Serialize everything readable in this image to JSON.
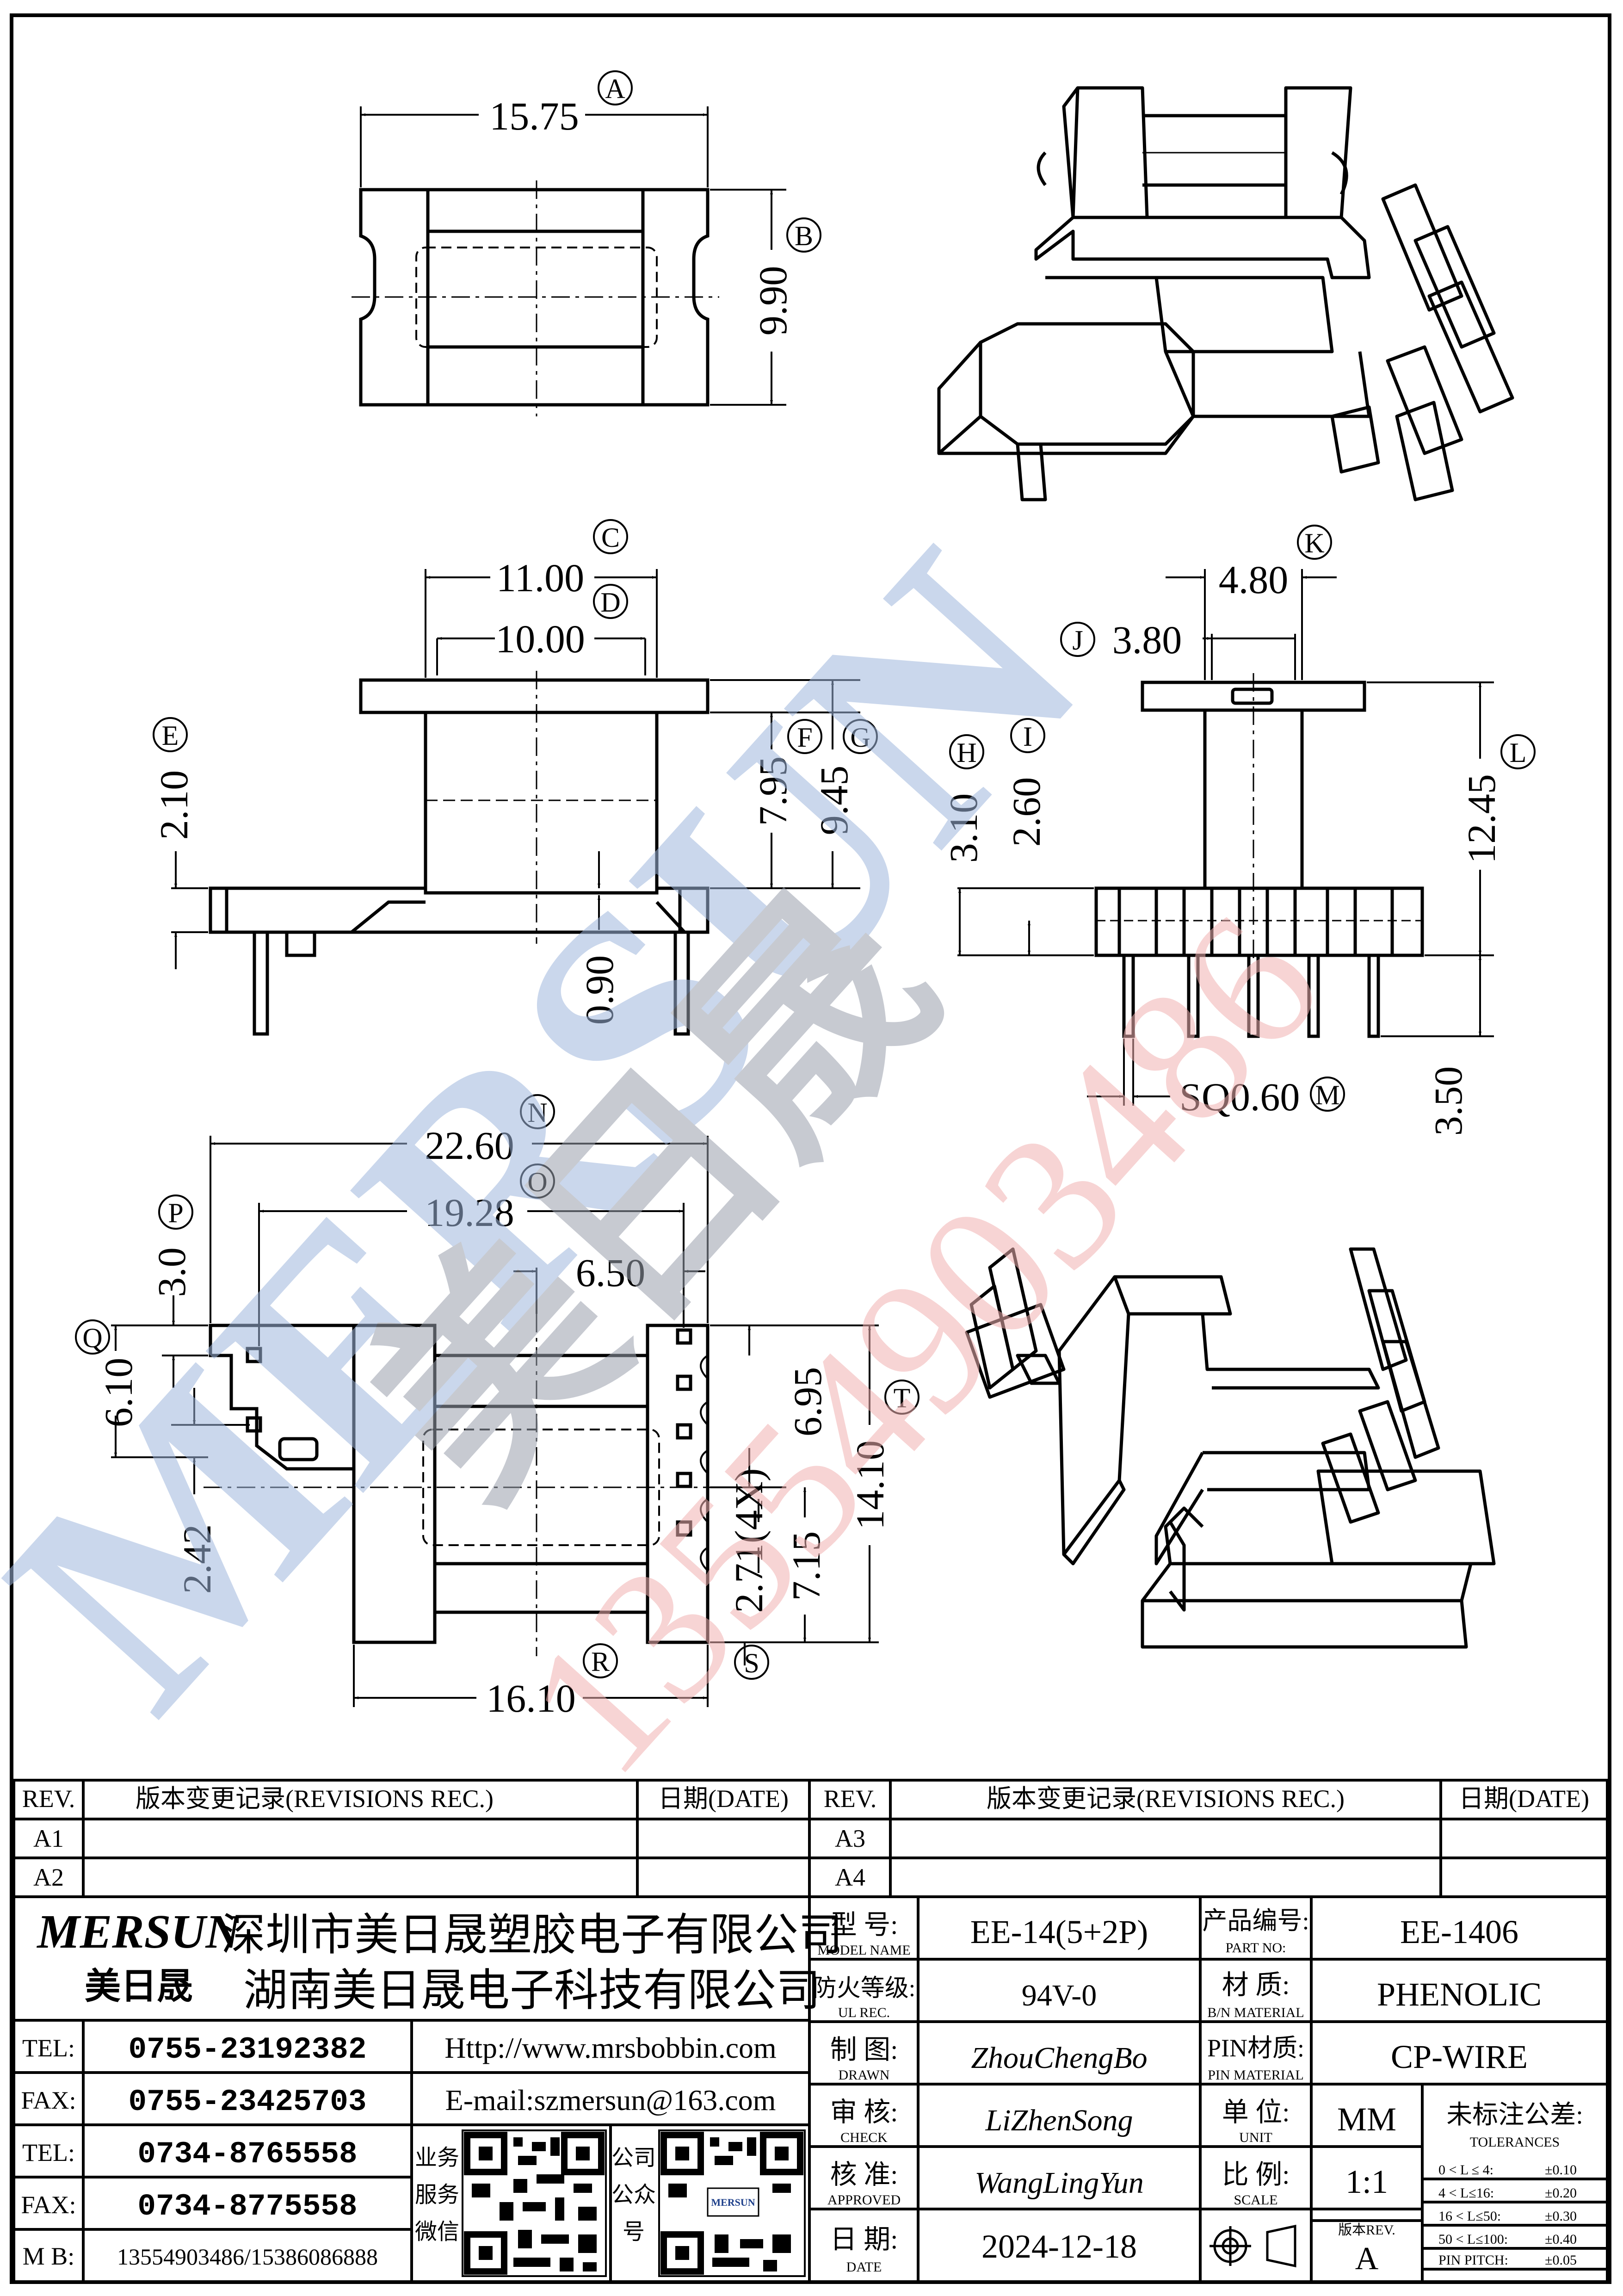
{
  "drawing": {
    "top_view": {
      "width": "15.75",
      "height": "9.90",
      "w_label": "A",
      "h_label": "B"
    },
    "front_view": {
      "c": "11.00",
      "d": "10.00",
      "e": "2.10",
      "f": "7.95",
      "g": "9.45",
      "gap": "0.90",
      "c_label": "C",
      "d_label": "D",
      "e_label": "E",
      "f_label": "F",
      "g_label": "G"
    },
    "side_view": {
      "k": "4.80",
      "j": "3.80",
      "h": "3.10",
      "i": "2.60",
      "l": "12.45",
      "pin_len": "3.50",
      "pin_sq": "SQ0.60",
      "k_label": "K",
      "j_label": "J",
      "h_label": "H",
      "i_label": "I",
      "l_label": "L",
      "m_label": "M"
    },
    "bottom_view": {
      "n": "22.60",
      "o": "19.28",
      "p": "3.0",
      "q": "6.10",
      "q2": "2.42",
      "c6": "6.50",
      "t1": "6.95",
      "t2": "14.10",
      "t3": "7.15",
      "pitch": "2.71(4X)",
      "r": "16.10",
      "n_label": "N",
      "o_label": "O",
      "p_label": "P",
      "q_label": "Q",
      "r_label": "R",
      "s_label": "S",
      "t_label": "T"
    }
  },
  "watermark": {
    "brand": "MERSUN",
    "cjk": "美日晟",
    "phone": "13554903486"
  },
  "revisions": {
    "left": {
      "rev": "REV.",
      "record": "版本变更记录(REVISIONS REC.)",
      "date": "日期(DATE)",
      "rows": [
        "A1",
        "A2"
      ]
    },
    "right": {
      "rev": "REV.",
      "record": "版本变更记录(REVISIONS REC.)",
      "date": "日期(DATE)",
      "rows": [
        "A3",
        "A4"
      ]
    }
  },
  "company": {
    "logo": "MERSUN",
    "logo_cjk": "美日晟",
    "name1": "深圳市美日晟塑胶电子有限公司",
    "name2": "湖南美日晟电子科技有限公司",
    "contacts": [
      {
        "label": "TEL:",
        "value": "0755-23192382"
      },
      {
        "label": "FAX:",
        "value": "0755-23425703"
      },
      {
        "label": "TEL:",
        "value": "0734-8765558"
      },
      {
        "label": "FAX:",
        "value": "0734-8775558"
      },
      {
        "label": "M B:",
        "value": "13554903486/15386086888"
      }
    ],
    "web": "Http://www.mrsbobbin.com",
    "email": "E-mail:szmersun@163.com",
    "qr1_caption": [
      "业务",
      "服务",
      "微信"
    ],
    "qr2_caption": [
      "公司",
      "公众",
      "号"
    ],
    "qr2_logo": "MERSUN"
  },
  "spec": {
    "model": {
      "label": "型  号:",
      "sub": "MODEL NAME",
      "value": "EE-14(5+2P)"
    },
    "ul": {
      "label": "防火等级:",
      "sub": "UL REC.",
      "value": "94V-0"
    },
    "drawn": {
      "label": "制  图:",
      "sub": "DRAWN",
      "value": "ZhouChengBo"
    },
    "check": {
      "label": "审  核:",
      "sub": "CHECK",
      "value": "LiZhenSong"
    },
    "approved": {
      "label": "核  准:",
      "sub": "APPROVED",
      "value": "WangLingYun"
    },
    "date": {
      "label": "日  期:",
      "sub": "DATE",
      "value": "2024-12-18"
    },
    "part": {
      "label": "产品编号:",
      "sub": "PART NO:",
      "value": "EE-1406"
    },
    "material": {
      "label": "材  质:",
      "sub": "B/N MATERIAL",
      "value": "PHENOLIC"
    },
    "pin": {
      "label": "PIN材质:",
      "sub": "PIN MATERIAL",
      "value": "CP-WIRE"
    },
    "unit": {
      "label": "单  位:",
      "sub": "UNIT",
      "value": "MM"
    },
    "scale": {
      "label": "比  例:",
      "sub": "SCALE",
      "value": "1:1"
    },
    "rev": {
      "label": "版本REV.",
      "value": "A"
    },
    "tol": {
      "label": "未标注公差:",
      "sub": "TOLERANCES",
      "rows": [
        {
          "range": "0 < L ≤  4:",
          "value": "±0.10"
        },
        {
          "range": "4 < L≤16:",
          "value": "±0.20"
        },
        {
          "range": "16 < L≤50:",
          "value": "±0.30"
        },
        {
          "range": "50 < L≤100:",
          "value": "±0.40"
        },
        {
          "range": "PIN PITCH:",
          "value": "±0.05"
        }
      ]
    }
  }
}
